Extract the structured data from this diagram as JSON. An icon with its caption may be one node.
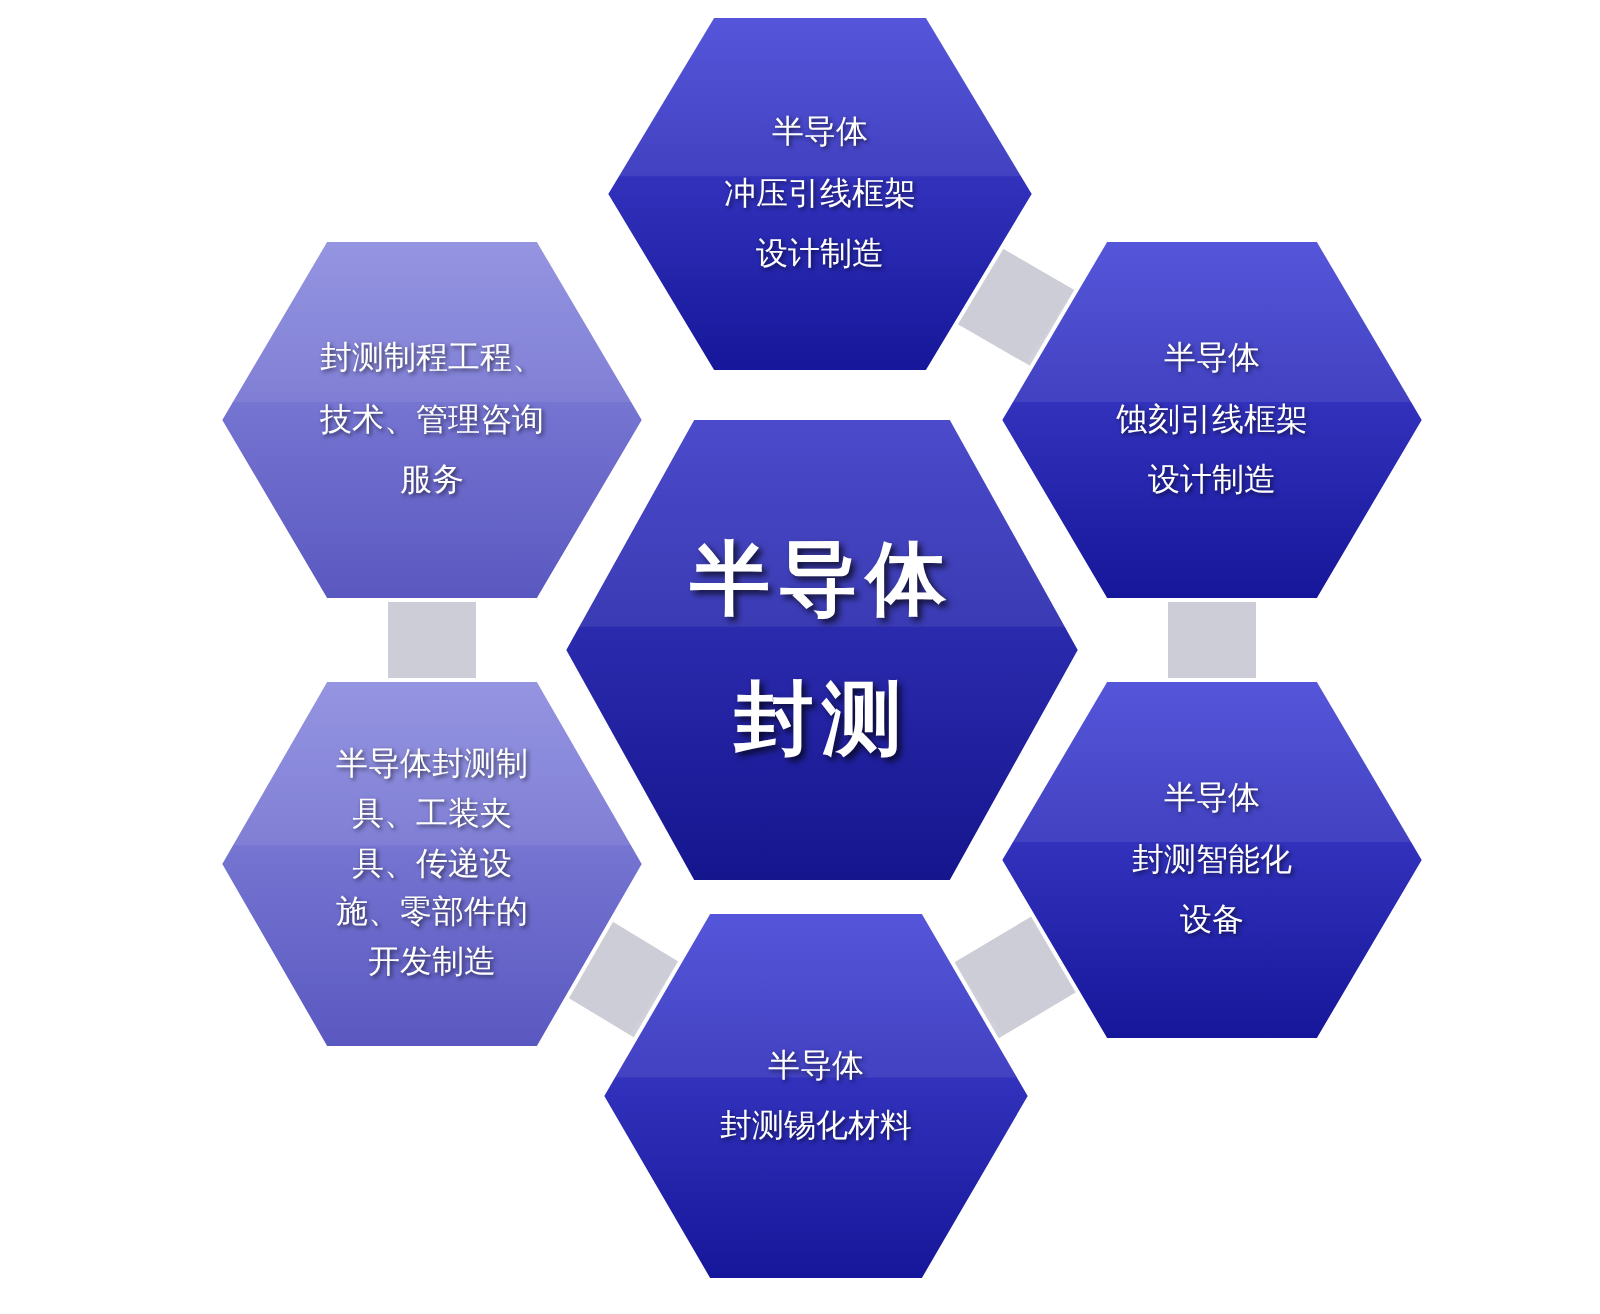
{
  "diagram": {
    "nodes": [
      {
        "text": [
          "半导体",
          "冲压引线框架设计制造"
        ]
      },
      {
        "text": [
          "封测制程工程、技术、管理咨询服务"
        ]
      },
      {
        "text": [
          "半导体",
          "蚀刻引线框架设计制造"
        ]
      },
      {
        "text": [
          "半导体封测"
        ]
      },
      {
        "text": [
          "半导体封测制具、工装夹具、传递设施、零部件的开发制造"
        ]
      },
      {
        "text": [
          "半导体",
          "封测智能化设备"
        ]
      },
      {
        "text": [
          "半导体",
          "封测锡化材料"
        ]
      }
    ],
    "edges": [
      {
        "from": 0,
        "to": 2,
        "arrow": "none"
      },
      {
        "from": 2,
        "to": 5,
        "arrow": "none"
      },
      {
        "from": 5,
        "to": 6,
        "arrow": "none"
      },
      {
        "from": 6,
        "to": 4,
        "arrow": "none"
      },
      {
        "from": 4,
        "to": 1,
        "arrow": "none"
      }
    ]
  }
}
